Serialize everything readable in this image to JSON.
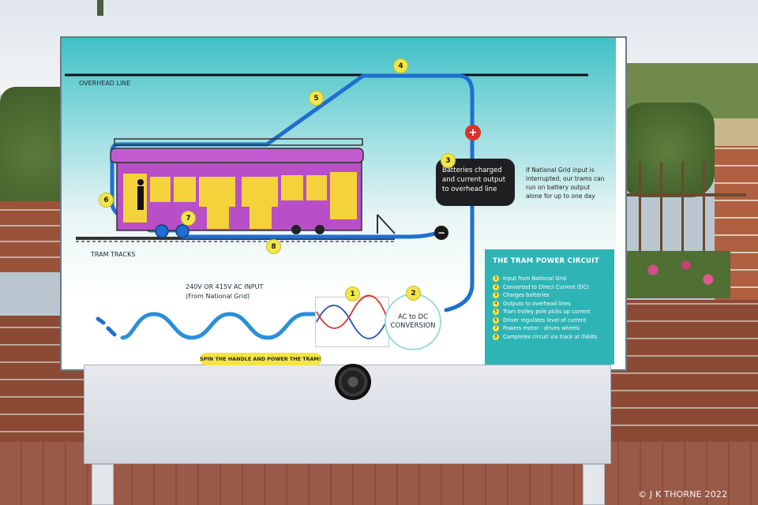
{
  "sign": {
    "overhead_line": "OVERHEAD LINE",
    "tram_tracks": "TRAM TRACKS",
    "input_label_line1": "240V OR 415V AC INPUT",
    "input_label_line2": "(From National Grid)",
    "battery_box": "Batteries charged and current output to overhead line",
    "grid_note": "If National Grid input is interrupted, our trams can run on battery output alone for up to one day",
    "conversion_line1": "AC to DC",
    "conversion_line2": "CONVERSION",
    "spin_banner": "SPIN THE HANDLE AND POWER THE TRAM!",
    "plus": "+",
    "minus": "−",
    "markers": [
      "1",
      "2",
      "3",
      "4",
      "5",
      "6",
      "7",
      "8"
    ]
  },
  "legend": {
    "title": "THE TRAM POWER CIRCUIT",
    "items": [
      {
        "num": "1",
        "text": "Input from National Grid"
      },
      {
        "num": "2",
        "text": "Converted to Direct Current (DC)"
      },
      {
        "num": "3",
        "text": "Charges batteries"
      },
      {
        "num": "4",
        "text": "Outputs to overhead lines"
      },
      {
        "num": "5",
        "text": "Tram trolley pole picks up current"
      },
      {
        "num": "6",
        "text": "Driver regulates level of current"
      },
      {
        "num": "7",
        "text": "Powers motor - drives wheels"
      },
      {
        "num": "8",
        "text": "Completes circuit via track at 0Volts"
      }
    ]
  },
  "watermark": "© J K THORNE 2022",
  "colors": {
    "circuit_blue": "#1f6fd1",
    "tram_pink": "#b84fc6",
    "tram_window": "#f4d23a",
    "marker_yellow": "#f2e64a",
    "legend_teal": "#2fb4b6"
  }
}
